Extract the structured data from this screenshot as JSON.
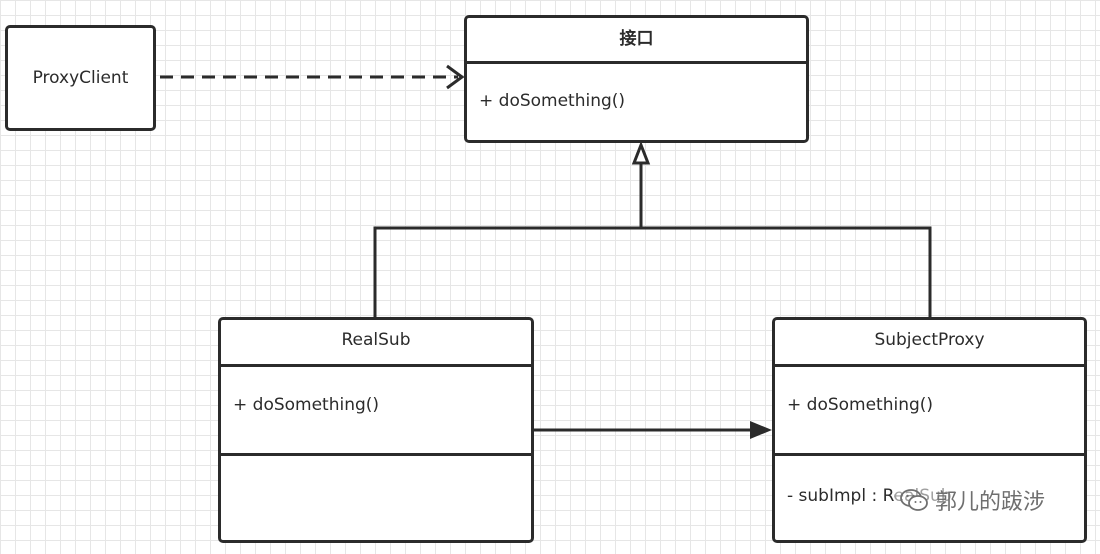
{
  "client": {
    "label": "ProxyClient"
  },
  "interface": {
    "title": "接口",
    "method": "+ doSomething()"
  },
  "realsub": {
    "title": "RealSub",
    "method": "+ doSomething()",
    "field": ""
  },
  "proxy": {
    "title": "SubjectProxy",
    "method": "+ doSomething()",
    "field": "- subImpl : RealSub"
  },
  "watermark": {
    "text": "郭儿的跋涉",
    "icon": "wechat-icon"
  },
  "colors": {
    "line": "#2b2b2b",
    "grid": "#e6e6e6",
    "watermark": "#6f6f6f"
  }
}
